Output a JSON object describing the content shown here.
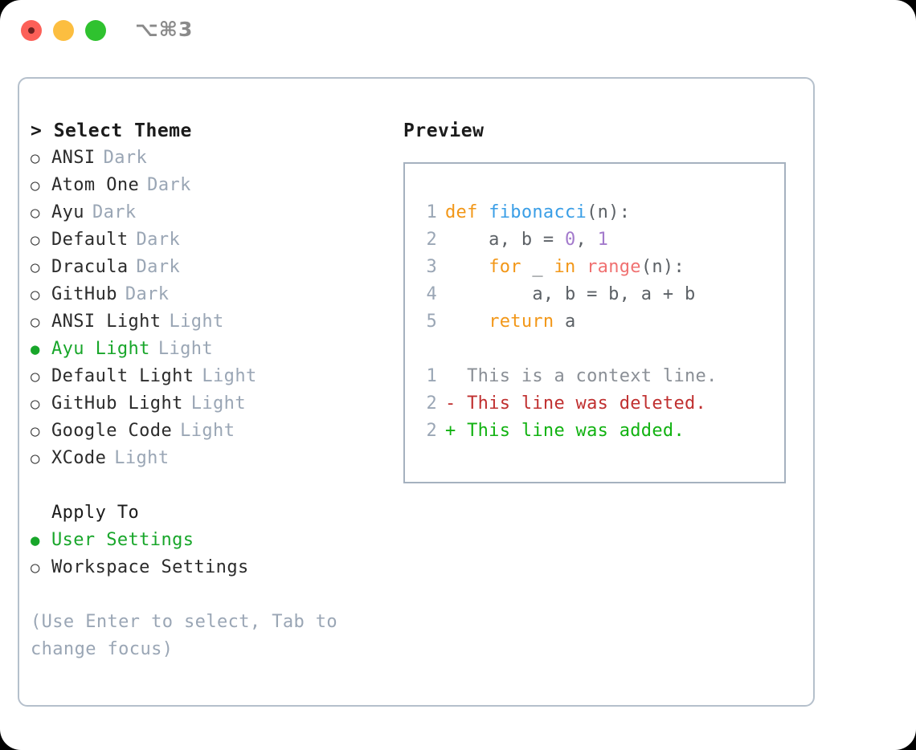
{
  "titlebar": {
    "shortcut": "⌥⌘3",
    "buttons": [
      {
        "name": "close",
        "color": "#fc6058"
      },
      {
        "name": "minimize",
        "color": "#fcbe40"
      },
      {
        "name": "zoom",
        "color": "#2fc22f"
      }
    ]
  },
  "theme_panel": {
    "heading": "> Select Theme",
    "options": [
      {
        "marker": "○",
        "name": "ANSI",
        "tag": "Dark",
        "selected": false
      },
      {
        "marker": "○",
        "name": "Atom One",
        "tag": "Dark",
        "selected": false
      },
      {
        "marker": "○",
        "name": "Ayu",
        "tag": "Dark",
        "selected": false
      },
      {
        "marker": "○",
        "name": "Default",
        "tag": "Dark",
        "selected": false
      },
      {
        "marker": "○",
        "name": "Dracula",
        "tag": "Dark",
        "selected": false
      },
      {
        "marker": "○",
        "name": "GitHub",
        "tag": "Dark",
        "selected": false
      },
      {
        "marker": "○",
        "name": "ANSI Light",
        "tag": "Light",
        "selected": false
      },
      {
        "marker": "●",
        "name": "Ayu Light",
        "tag": "Light",
        "selected": true
      },
      {
        "marker": "○",
        "name": "Default Light",
        "tag": "Light",
        "selected": false
      },
      {
        "marker": "○",
        "name": "GitHub Light",
        "tag": "Light",
        "selected": false
      },
      {
        "marker": "○",
        "name": "Google Code",
        "tag": "Light",
        "selected": false
      },
      {
        "marker": "○",
        "name": "XCode",
        "tag": "Light",
        "selected": false
      }
    ]
  },
  "apply_to": {
    "heading": "Apply To",
    "options": [
      {
        "marker": "●",
        "name": "User Settings",
        "selected": true
      },
      {
        "marker": "○",
        "name": "Workspace Settings",
        "selected": false
      }
    ]
  },
  "hint": "(Use Enter to select, Tab to change focus)",
  "preview": {
    "heading": "Preview",
    "code_lines": [
      {
        "no": "1",
        "tokens": [
          {
            "t": "def",
            "c": "kw"
          },
          {
            "t": " ",
            "c": "pl"
          },
          {
            "t": "fibonacci",
            "c": "fn"
          },
          {
            "t": "(n):",
            "c": "pl"
          }
        ]
      },
      {
        "no": "2",
        "tokens": [
          {
            "t": "    a, b = ",
            "c": "pl"
          },
          {
            "t": "0",
            "c": "num"
          },
          {
            "t": ", ",
            "c": "pl"
          },
          {
            "t": "1",
            "c": "num"
          }
        ]
      },
      {
        "no": "3",
        "tokens": [
          {
            "t": "    ",
            "c": "pl"
          },
          {
            "t": "for",
            "c": "kw"
          },
          {
            "t": " _ ",
            "c": "pl"
          },
          {
            "t": "in",
            "c": "kw"
          },
          {
            "t": " ",
            "c": "pl"
          },
          {
            "t": "range",
            "c": "call"
          },
          {
            "t": "(n):",
            "c": "pl"
          }
        ]
      },
      {
        "no": "4",
        "tokens": [
          {
            "t": "        a, b = b, a + b",
            "c": "pl"
          }
        ]
      },
      {
        "no": "5",
        "tokens": [
          {
            "t": "    ",
            "c": "pl"
          },
          {
            "t": "return",
            "c": "kw"
          },
          {
            "t": " a",
            "c": "pl"
          }
        ]
      }
    ],
    "diff_lines": [
      {
        "no": "1",
        "text": "  This is a context line.",
        "kind": "ctx"
      },
      {
        "no": "2",
        "text": "- This line was deleted.",
        "kind": "del"
      },
      {
        "no": "2",
        "text": "+ This line was added.",
        "kind": "add"
      }
    ]
  },
  "colors": {
    "keyword": "#f29718",
    "function": "#3a9ee6",
    "number": "#a37acc",
    "call": "#f07171",
    "plain": "#5c6166",
    "selected_green": "#18a62a",
    "muted": "#9aa6b5",
    "diff_added": "#11b211",
    "diff_deleted": "#c03030",
    "border": "#b5c0cc"
  }
}
